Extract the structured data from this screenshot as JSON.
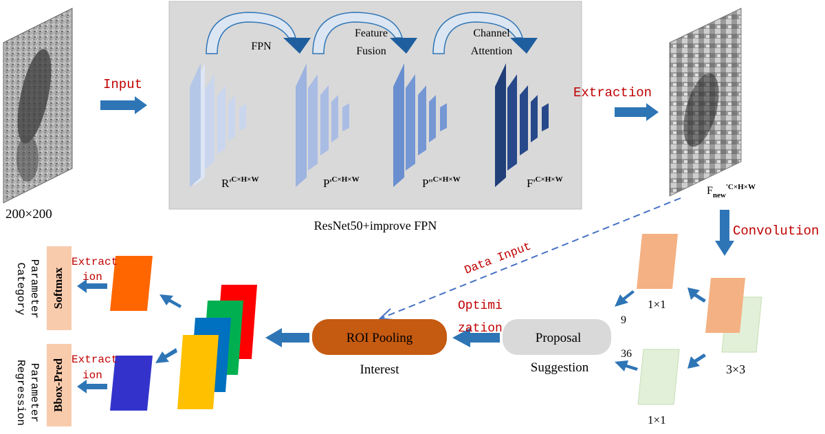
{
  "colors": {
    "arrow_blue": "#2E75B6",
    "red_text": "#C00000",
    "panel_gray": "#D9D9D9",
    "navy": "#1F3F7A",
    "orange_map": "#F4B183",
    "green_map": "#E2F0D9",
    "roi_fill": "#C55A11",
    "proposal_fill": "#D9D9D9",
    "softmax_fill": "#F8CBAD",
    "softmax_out": "#FF6600",
    "bbox_out": "#3333CC",
    "stack_red": "#FF0000",
    "stack_green": "#00B050",
    "stack_blue": "#0070C0",
    "stack_yellow": "#FFC000"
  },
  "labels": {
    "input_size": "200×200",
    "input": "Input",
    "fpn": "FPN",
    "feature_fusion_1": "Feature",
    "feature_fusion_2": "Fusion",
    "channel_attention_1": "Channel",
    "channel_attention_2": "Attention",
    "r_base": "R'",
    "p1_base": "P'",
    "p2_base": "P''",
    "f_base": "F'",
    "dims": "C×H×W",
    "backbone_caption": "ResNet50+improve FPN",
    "extraction": "Extraction",
    "fnew_base": "F",
    "fnew_sub": "new",
    "fnew_sup": "'C×H×W",
    "convolution": "Convolution",
    "data_input": "Data Input",
    "k1x1_top": "1×1",
    "k3x3": "3×3",
    "k1x1_bottom": "1×1",
    "n9": "9",
    "n36": "36",
    "proposal": "Proposal",
    "suggestion": "Suggestion",
    "optimization_1": "Optimi",
    "optimization_2": "zation",
    "roi_pooling": "ROI Pooling",
    "interest": "Interest",
    "extraction_small_1a": "Extract",
    "extraction_small_1b": "ion",
    "extraction_small_2a": "Extract",
    "extraction_small_2b": "ion",
    "softmax": "Softmax",
    "bbox_pred": "Bbox-Pred",
    "category_1": "Category",
    "category_2": "Parameter",
    "regression_1": "Regression",
    "regression_2": "Parameter"
  }
}
